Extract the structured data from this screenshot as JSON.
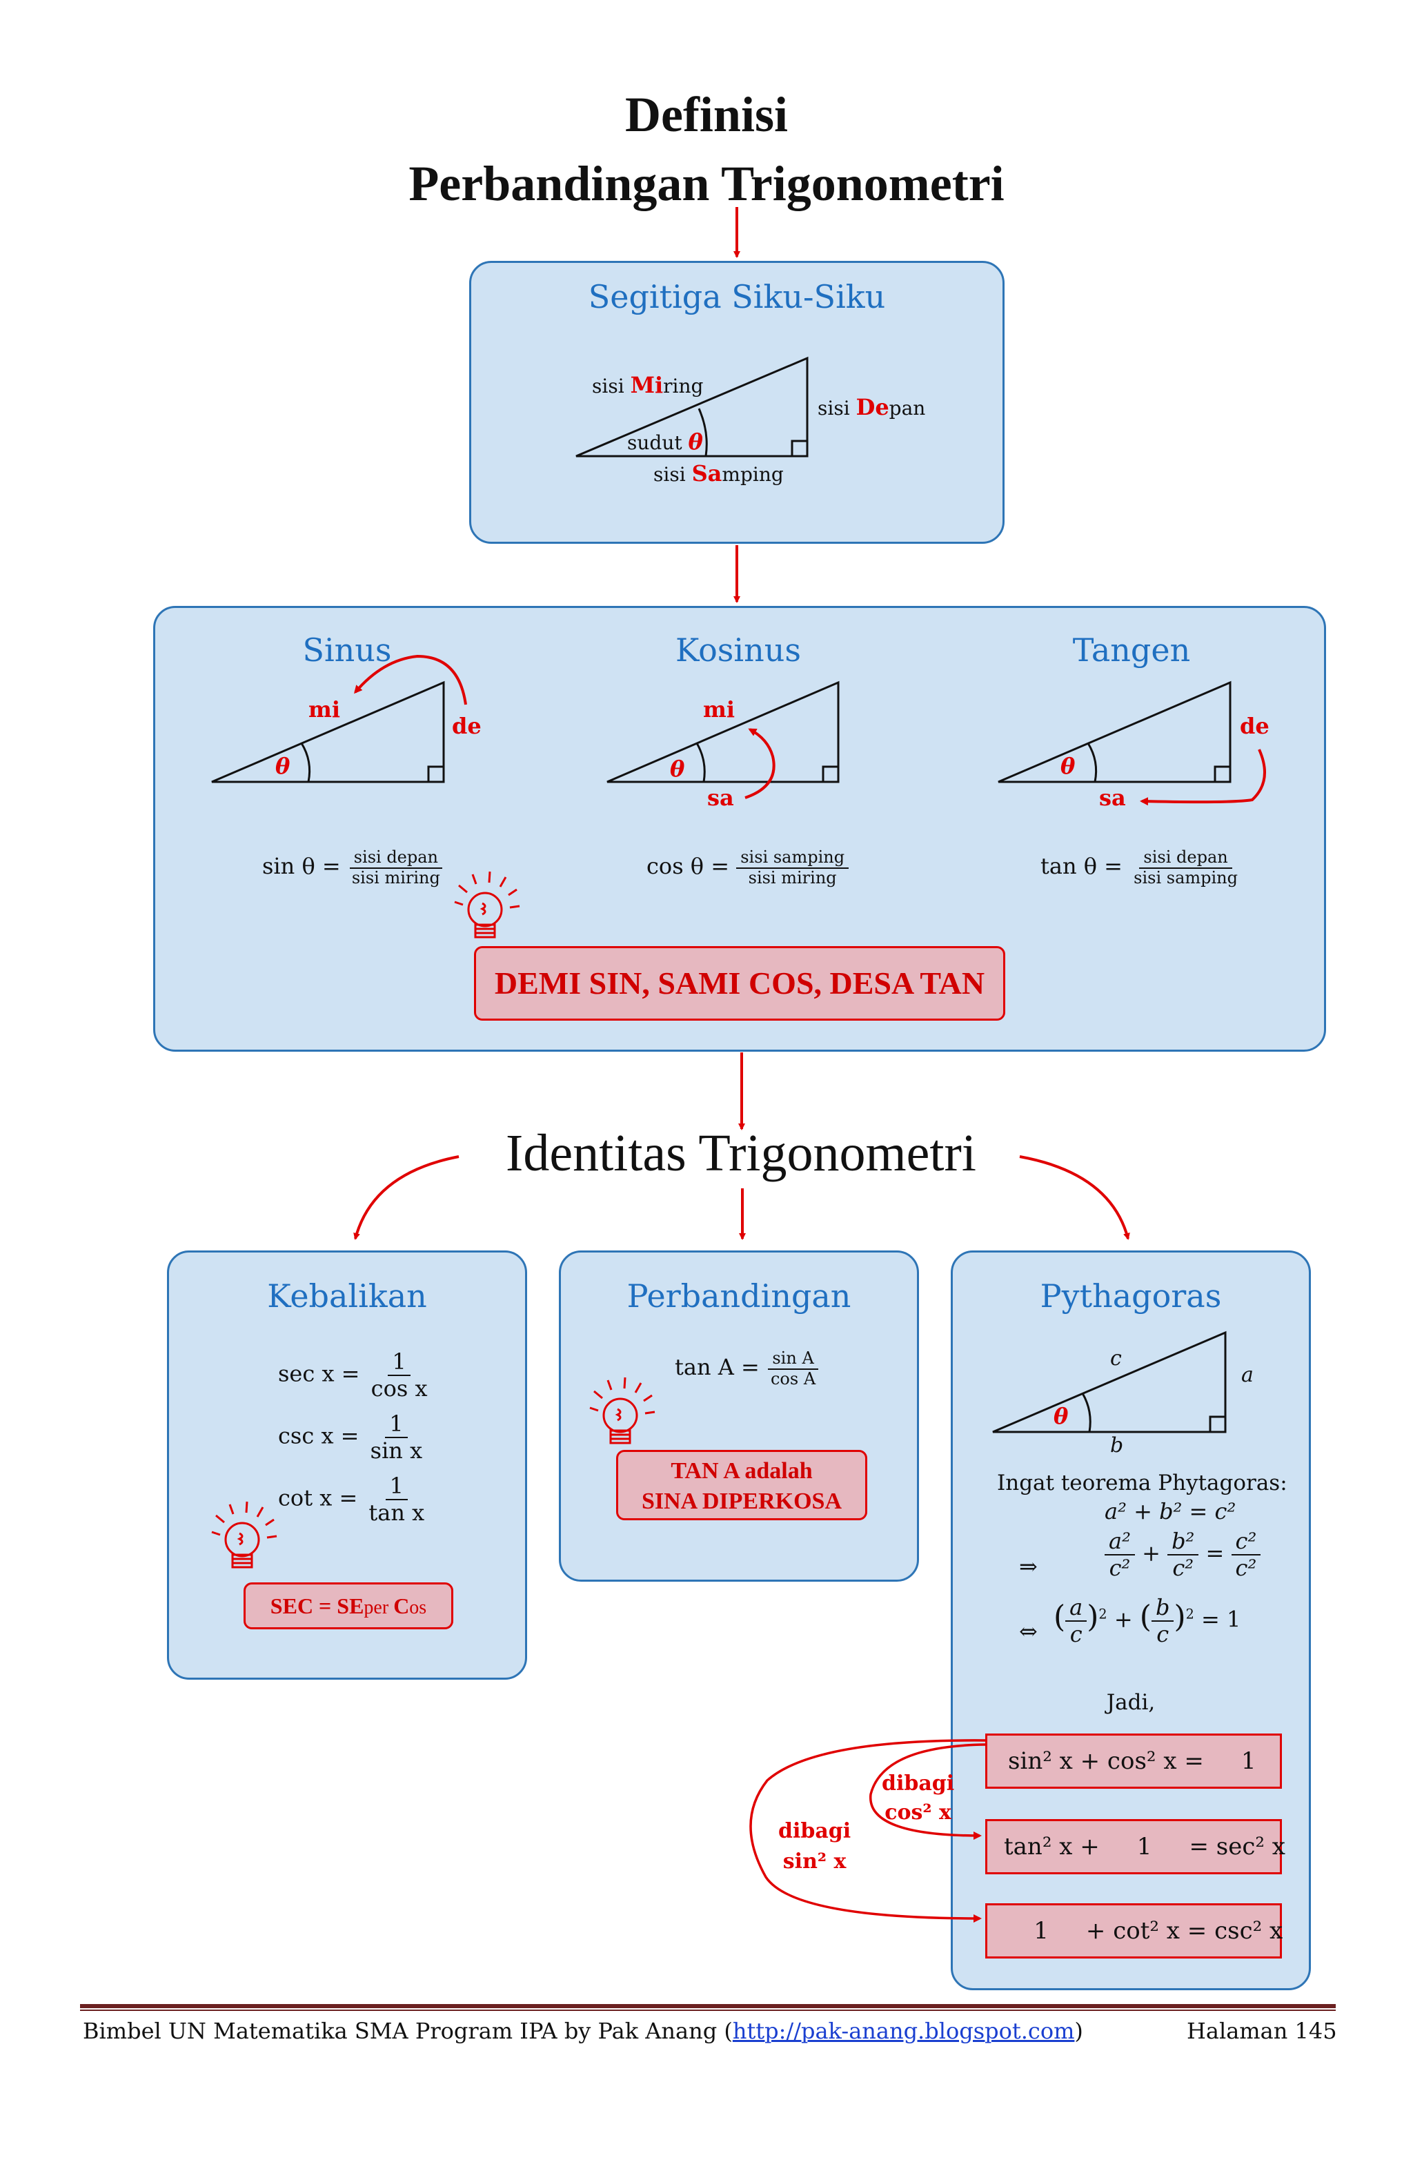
{
  "title": {
    "line1": "Definisi",
    "line2": "Perbandingan Trigonometri"
  },
  "segitiga": {
    "heading": "Segitiga Siku-Siku",
    "miring_pre": "sisi ",
    "miring_hl": "Mi",
    "miring_post": "ring",
    "depan_pre": "sisi ",
    "depan_hl": "De",
    "depan_post": "pan",
    "sudut": "sudut ",
    "theta": "θ",
    "samping_pre": "sisi ",
    "samping_hl": "Sa",
    "samping_post": "mping"
  },
  "ratios": {
    "sinus": {
      "heading": "Sinus",
      "mi": "mi",
      "de": "de",
      "theta": "θ",
      "lhs": "sin θ =",
      "num": "sisi depan",
      "den": "sisi miring"
    },
    "kosinus": {
      "heading": "Kosinus",
      "mi": "mi",
      "sa": "sa",
      "theta": "θ",
      "lhs": "cos θ =",
      "num": "sisi samping",
      "den": "sisi miring"
    },
    "tangen": {
      "heading": "Tangen",
      "de": "de",
      "sa": "sa",
      "theta": "θ",
      "lhs": "tan θ =",
      "num": "sisi depan",
      "den": "sisi samping"
    },
    "mnemonic": "DEMI SIN, SAMI COS, DESA TAN"
  },
  "identitas": {
    "title": "Identitas Trigonometri",
    "kebalikan": {
      "heading": "Kebalikan",
      "sec_lhs": "sec x =",
      "sec_num": "1",
      "sec_den": "cos x",
      "csc_lhs": "csc x =",
      "csc_num": "1",
      "csc_den": "sin x",
      "cot_lhs": "cot x =",
      "cot_num": "1",
      "cot_den": "tan x",
      "memo_a": "SEC = SE",
      "memo_b": "per ",
      "memo_c": "C",
      "memo_d": "os"
    },
    "perbandingan": {
      "heading": "Perbandingan",
      "lhs": "tan A =",
      "num": "sin A",
      "den": "cos A",
      "memo_line1": "TAN A adalah",
      "memo_line2": "SINA DIPERKOSA"
    },
    "pythagoras": {
      "heading": "Pythagoras",
      "label_c": "c",
      "label_a": "a",
      "label_b": "b",
      "theta": "θ",
      "ingat": "Ingat teorema Phytagoras:",
      "eq1": "a² + b² = c²",
      "implies": "⇒",
      "iff": "⇔",
      "a2": "a²",
      "b2": "b²",
      "c2": "c²",
      "plus": "+",
      "eq": "=",
      "a": "a",
      "b": "b",
      "c": "c",
      "eq_one": "= 1",
      "jadi": "Jadi,",
      "id1": "sin² x + cos² x =     1",
      "id2": "tan² x +     1     = sec² x",
      "id3": "    1     + cot² x = csc² x",
      "dibagi_cos_1": "dibagi",
      "dibagi_cos_2": "cos² x",
      "dibagi_sin_1": "dibagi",
      "dibagi_sin_2": "sin² x"
    }
  },
  "footer": {
    "left_pre": "Bimbel UN Matematika SMA Program IPA by Pak Anang (",
    "link": "http://pak-anang.blogspot.com",
    "left_post": ")",
    "right": "Halaman 145"
  }
}
